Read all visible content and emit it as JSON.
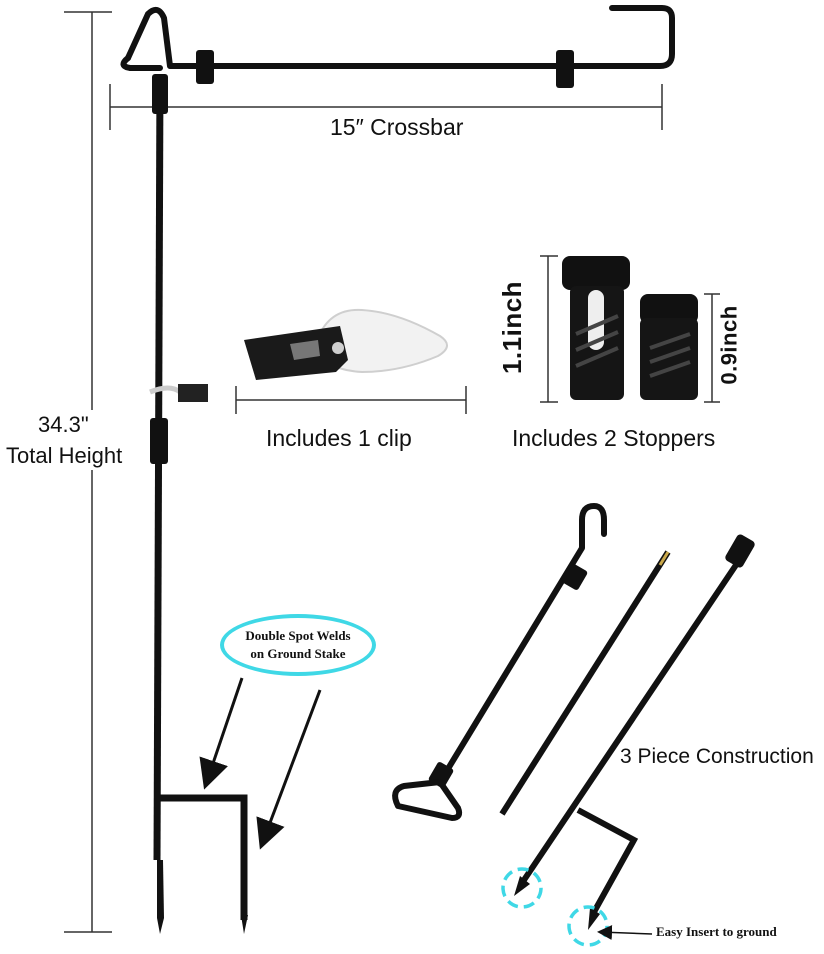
{
  "labels": {
    "crossbar": "15″ Crossbar",
    "height_value": "34.3\"",
    "height_text": "Total Height",
    "clip": "Includes 1 clip",
    "stoppers": "Includes 2 Stoppers",
    "stopper_tall": "1.1inch",
    "stopper_short": "0.9inch",
    "welds_line1": "Double Spot Welds",
    "welds_line2": "on Ground Stake",
    "construction": "3 Piece Construction",
    "insert": "Easy Insert to ground"
  },
  "colors": {
    "rod": "#111111",
    "accent_cyan": "#3fd8e6",
    "dimension_line": "#333333",
    "background": "#ffffff"
  }
}
